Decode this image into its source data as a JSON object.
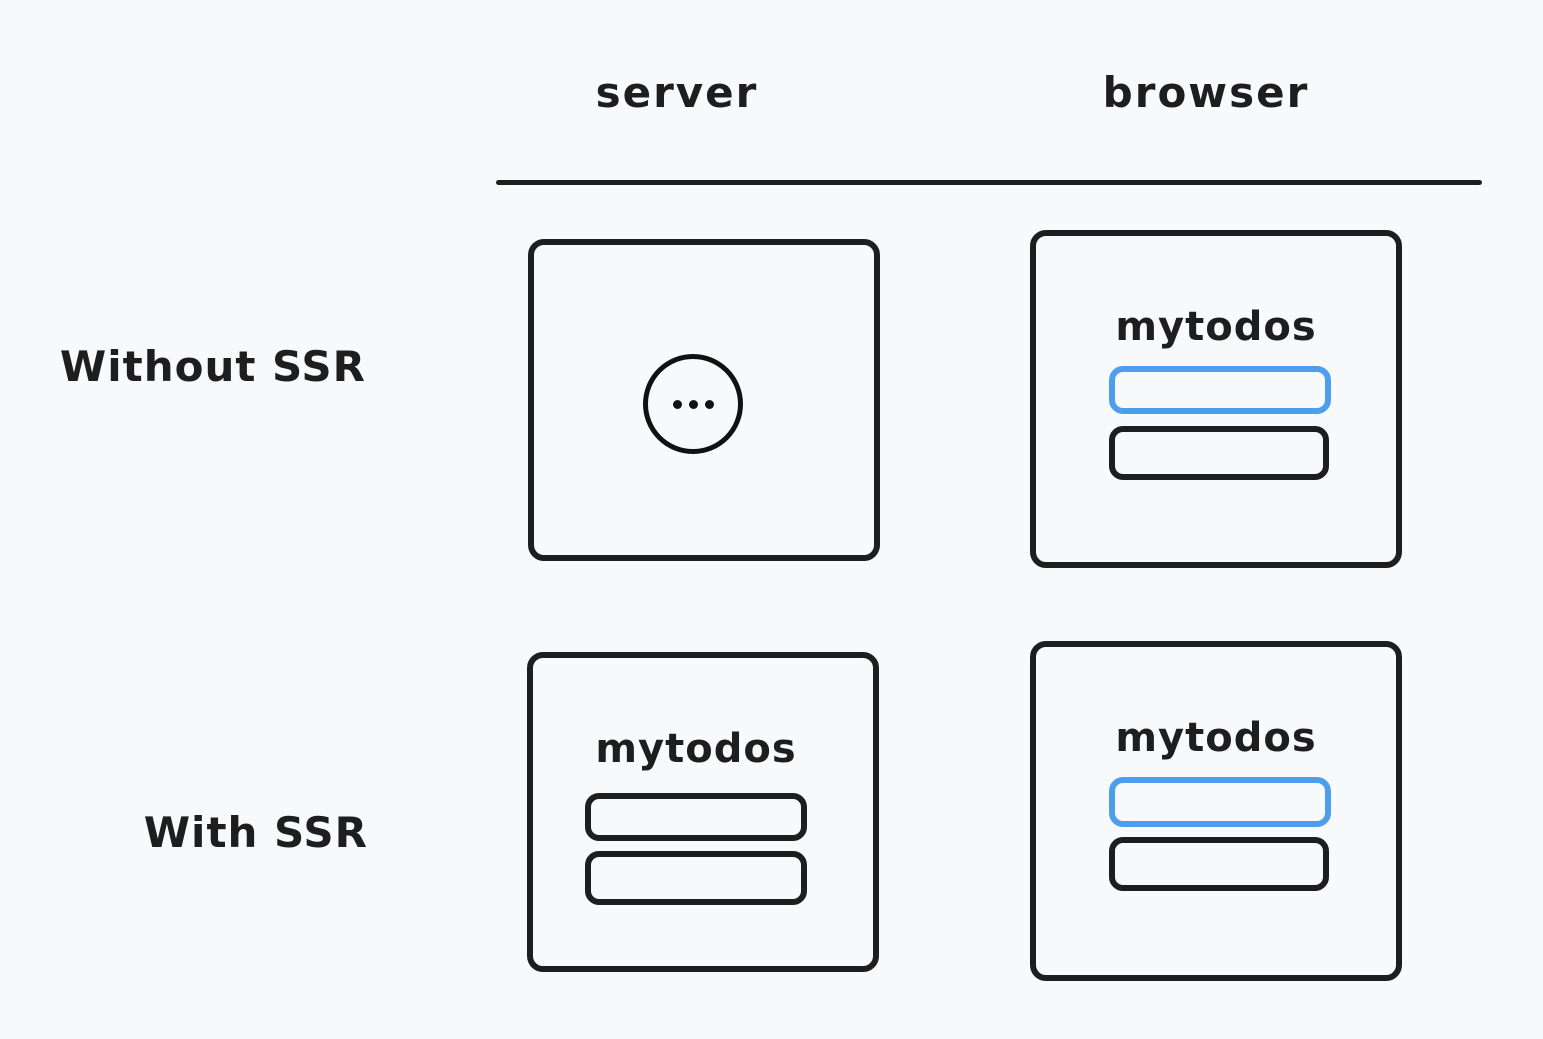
{
  "columns": {
    "server": "server",
    "browser": "browser"
  },
  "rows": {
    "without_ssr": "Without SSR",
    "with_ssr": "With SSR"
  },
  "app": {
    "title": "mytodos"
  },
  "colors": {
    "stroke": "#1e1e1e",
    "accent": "#4f9eed",
    "background": "#f8f9fb"
  },
  "icons": {
    "loading": "ellipsis-loading-icon"
  }
}
